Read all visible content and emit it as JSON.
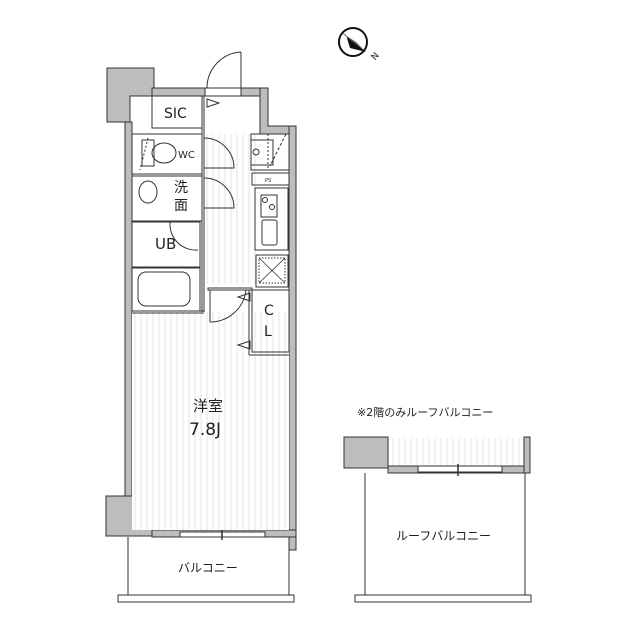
{
  "plan": {
    "compass": {
      "label": "N",
      "icon": "north-arrow-icon"
    },
    "rooms": {
      "sic": "SIC",
      "wc": "WC",
      "washroom_line1": "洗",
      "washroom_line2": "面",
      "unit_bath": "UB",
      "closet_line1": "C",
      "closet_line2": "L",
      "western_room": "洋室",
      "western_room_size": "7.8J",
      "pipe_space": "PS"
    },
    "balcony": "バルコニー",
    "roof_note": "※2階のみルーフバルコニー",
    "roof_balcony": "ルーフバルコニー"
  },
  "colors": {
    "wall_fill": "#bdbdbd",
    "line": "#333333",
    "floor_stripe": "#e6e6e6",
    "background": "#ffffff"
  }
}
